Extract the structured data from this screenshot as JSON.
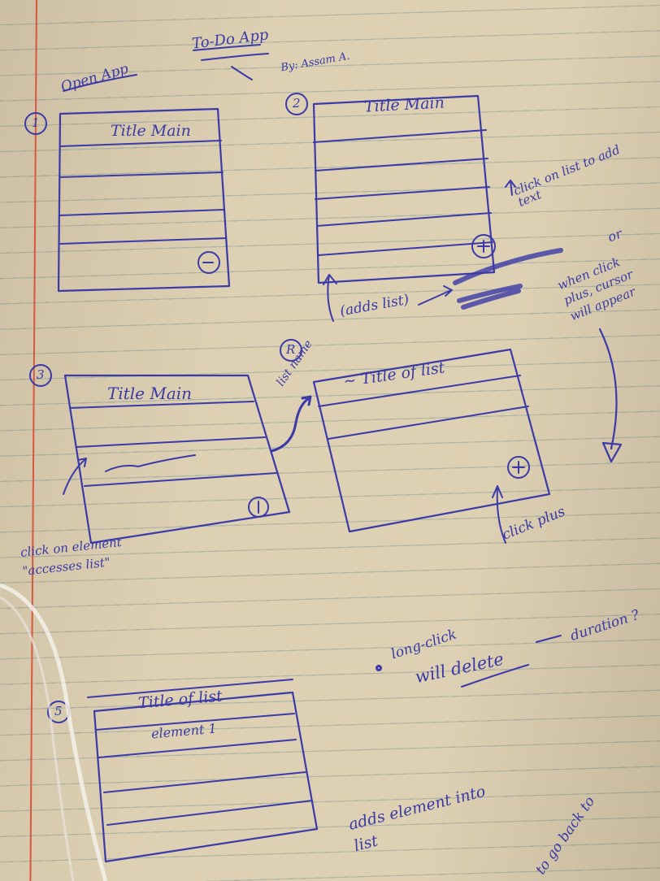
{
  "header": {
    "title": "To-Do App",
    "byline": "By: Assam A.",
    "open_app": "Open App"
  },
  "screen1": {
    "number": "1",
    "title": "Title Main"
  },
  "screen2": {
    "number": "2",
    "title": "Title Main",
    "note_click": "click on list to add text",
    "note_or": "or",
    "note_cursor": "when click plus, cursor will appear",
    "note_adds": "(adds list)"
  },
  "screen3": {
    "number": "3",
    "title": "Title Main",
    "side_note": "click on element \"accesses list\"",
    "list_name": "list name"
  },
  "screen_r": {
    "number": "R",
    "title": "~ Title of list",
    "click_plus": "click plus"
  },
  "note_long": {
    "line1": "long-click",
    "line2": "will delete",
    "line3": "duration ?"
  },
  "screen5": {
    "number": "5",
    "title": "Title of list",
    "element": "element 1",
    "note_adds": "adds element into list",
    "note_back": "to go back to"
  },
  "colors": {
    "ink": "#3b3aa8",
    "paper": "#ddd0b3",
    "rule": "#7896a0",
    "margin": "#d9563f"
  }
}
